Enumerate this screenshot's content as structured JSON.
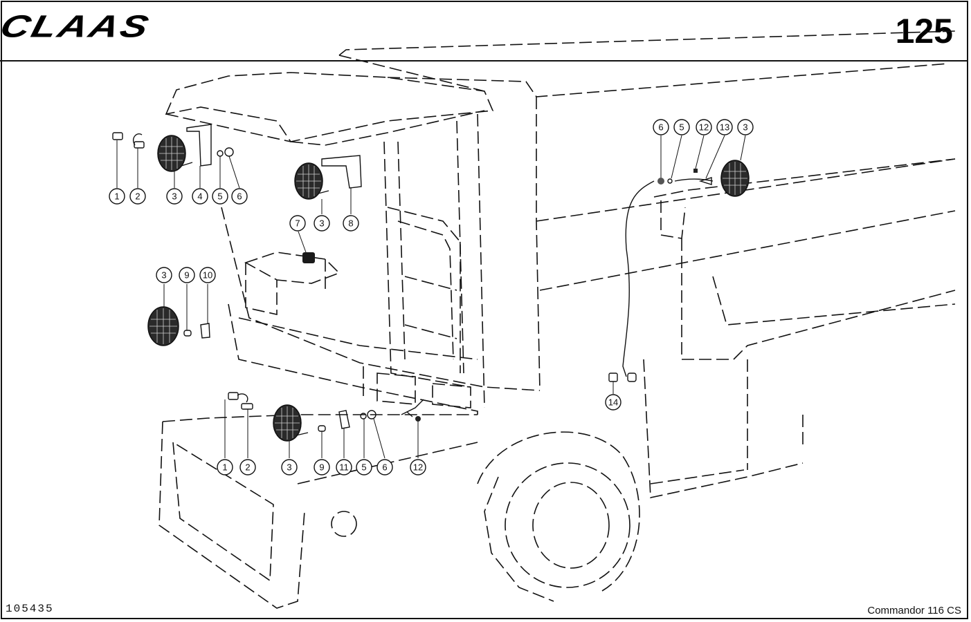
{
  "header": {
    "brand": "CLAAS",
    "page_number": "125"
  },
  "footer": {
    "drawing_number": "105435",
    "model": "Commandor 116 CS"
  },
  "callouts": [
    {
      "id": "c1a",
      "label": "1"
    },
    {
      "id": "c2a",
      "label": "2"
    },
    {
      "id": "c3a",
      "label": "3"
    },
    {
      "id": "c4a",
      "label": "4"
    },
    {
      "id": "c5a",
      "label": "5"
    },
    {
      "id": "c6a",
      "label": "6"
    },
    {
      "id": "c7a",
      "label": "7"
    },
    {
      "id": "c3b",
      "label": "3"
    },
    {
      "id": "c8a",
      "label": "8"
    },
    {
      "id": "c3c",
      "label": "3"
    },
    {
      "id": "c9a",
      "label": "9"
    },
    {
      "id": "c10a",
      "label": "10"
    },
    {
      "id": "c1b",
      "label": "1"
    },
    {
      "id": "c2b",
      "label": "2"
    },
    {
      "id": "c3d",
      "label": "3"
    },
    {
      "id": "c9b",
      "label": "9"
    },
    {
      "id": "c11a",
      "label": "11"
    },
    {
      "id": "c5b",
      "label": "5"
    },
    {
      "id": "c6b",
      "label": "6"
    },
    {
      "id": "c12a",
      "label": "12"
    },
    {
      "id": "c6c",
      "label": "6"
    },
    {
      "id": "c5c",
      "label": "5"
    },
    {
      "id": "c12b",
      "label": "12"
    },
    {
      "id": "c13a",
      "label": "13"
    },
    {
      "id": "c3e",
      "label": "3"
    },
    {
      "id": "c14a",
      "label": "14"
    }
  ]
}
